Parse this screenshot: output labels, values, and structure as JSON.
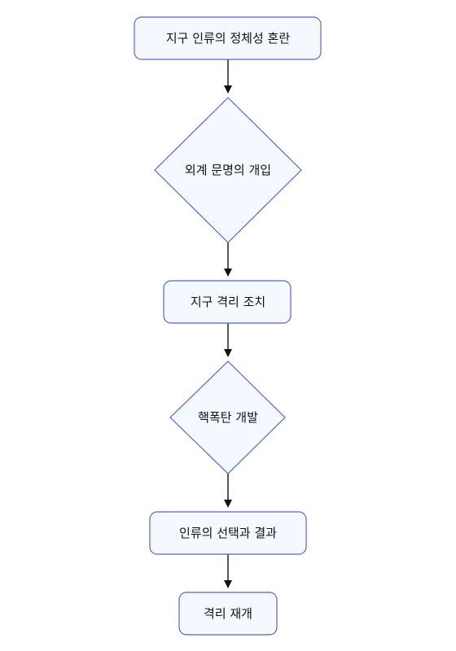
{
  "flowchart": {
    "nodes": [
      {
        "id": "n1",
        "shape": "rect",
        "label": "지구 인류의 정체성 혼란"
      },
      {
        "id": "n2",
        "shape": "diamond",
        "label": "외계 문명의 개입"
      },
      {
        "id": "n3",
        "shape": "rect",
        "label": "지구 격리 조치"
      },
      {
        "id": "n4",
        "shape": "diamond",
        "label": "핵폭탄 개발"
      },
      {
        "id": "n5",
        "shape": "rect",
        "label": "인류의 선택과 결과"
      },
      {
        "id": "n6",
        "shape": "rect",
        "label": "격리 재개"
      }
    ],
    "edges": [
      {
        "from": "n1",
        "to": "n2"
      },
      {
        "from": "n2",
        "to": "n3"
      },
      {
        "from": "n3",
        "to": "n4"
      },
      {
        "from": "n4",
        "to": "n5"
      },
      {
        "from": "n5",
        "to": "n6"
      }
    ],
    "colors": {
      "node_fill": "#f4f9ff",
      "node_border": "#5b62c9",
      "edge": "#111111",
      "text": "#111111"
    }
  }
}
